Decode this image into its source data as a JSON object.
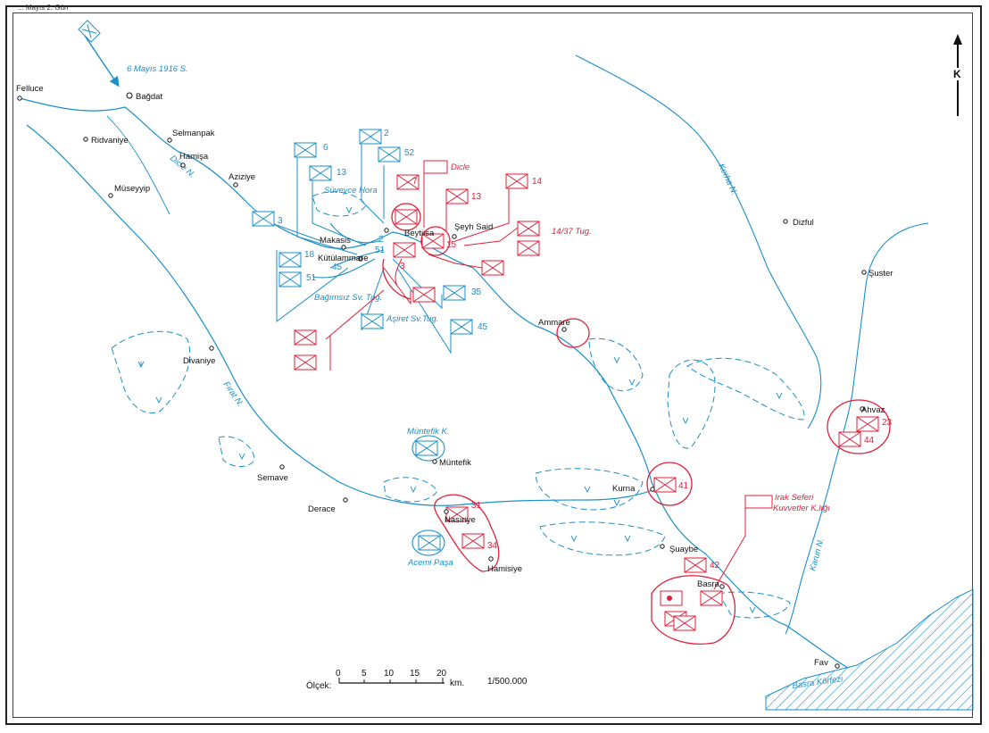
{
  "map": {
    "places": [
      {
        "name": "Felluce"
      },
      {
        "name": "Bağdat"
      },
      {
        "name": "Ridvaniye"
      },
      {
        "name": "Selmanpak"
      },
      {
        "name": "Hamişa"
      },
      {
        "name": "Aziziye"
      },
      {
        "name": "Müseyyip"
      },
      {
        "name": "Makasis"
      },
      {
        "name": "Kütülammare"
      },
      {
        "name": "Beytiisa"
      },
      {
        "name": "Şeyh Said"
      },
      {
        "name": "Dizful"
      },
      {
        "name": "Şuster"
      },
      {
        "name": "Divaniye"
      },
      {
        "name": "Ammare"
      },
      {
        "name": "Ahvaz"
      },
      {
        "name": "Müntefik"
      },
      {
        "name": "Semave"
      },
      {
        "name": "Derace"
      },
      {
        "name": "Kurna"
      },
      {
        "name": "Nasıriye"
      },
      {
        "name": "Şuaybe"
      },
      {
        "name": "Hamisiye"
      },
      {
        "name": "Basra"
      },
      {
        "name": "Fav"
      }
    ],
    "rivers": [
      "Dicle N.",
      "Fırat N.",
      "Kerha N.",
      "Karun N."
    ],
    "blue_labels": [
      "6 Mayıs 1916 S.",
      "Süveyce Hora",
      "Bağımsız Sv. Tug.",
      "Aşiret Sv.Tug.",
      "Müntefik K.",
      "Acemi Paşa",
      "Basra Körfezi"
    ],
    "red_labels": [
      "Dicle",
      "14/37 Tug.",
      "Irak Seferi",
      "Kuvvetler K.lığı"
    ],
    "blue_numbers": [
      "6",
      "2",
      "52",
      "13",
      "3",
      "18",
      "51",
      "45",
      "35",
      "45",
      "51",
      "2"
    ],
    "red_numbers": [
      "13",
      "14",
      "15",
      "3",
      "31",
      "34",
      "41",
      "23",
      "44",
      "42",
      "7"
    ],
    "north": "K",
    "scale": {
      "label": "Ölçek:",
      "ticks": [
        "0",
        "5",
        "10",
        "15",
        "20"
      ],
      "unit": "km.",
      "ratio": "1/500.000"
    },
    "corner_text": "... Mayıs 2. Gün",
    "colors": {
      "blue": "#1a8fc8",
      "red": "#e0203a",
      "ink": "#111111"
    }
  }
}
